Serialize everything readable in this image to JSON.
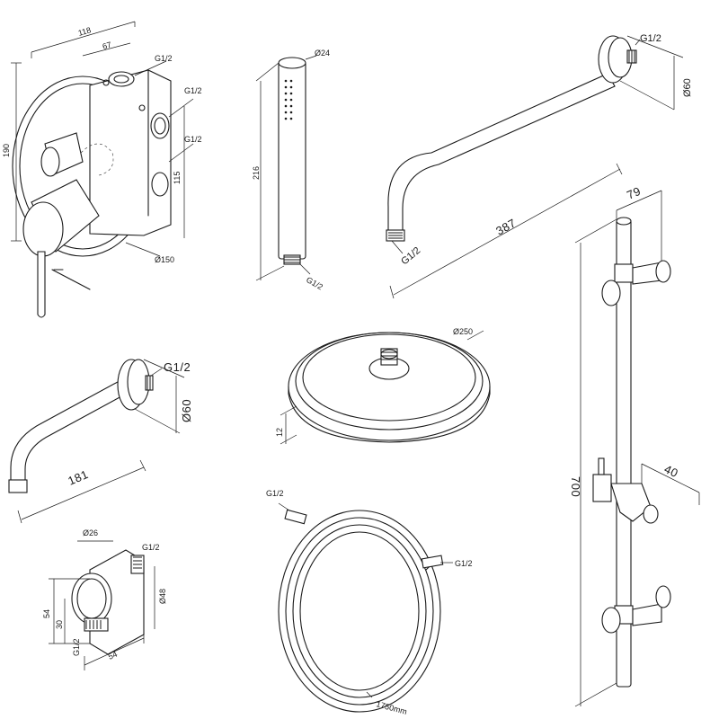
{
  "mixer": {
    "dim_width": "118",
    "dim_top_offset": "67",
    "dim_height": "190",
    "dim_depth": "115",
    "dim_diameter": "Ø150",
    "port_top": "G1/2",
    "port_mid": "G1/2",
    "port_low": "G1/2"
  },
  "hand_shower": {
    "dim_diameter": "Ø24",
    "dim_length": "216",
    "thread": "G1/2"
  },
  "shower_arm": {
    "thread_top": "G1/2",
    "dim_flange": "Ø60",
    "dim_length": "387",
    "thread_end": "G1/2"
  },
  "spout": {
    "thread": "G1/2",
    "dim_flange": "Ø60",
    "dim_length": "181"
  },
  "head_shower": {
    "dim_diameter": "Ø250",
    "dim_height": "12"
  },
  "wall_outlet": {
    "dim_top": "Ø26",
    "thread_top": "G1/2",
    "dim_height_total": "54",
    "dim_height_inner": "30",
    "dim_flange": "Ø48",
    "thread_bottom": "G1/2",
    "dim_width": "54"
  },
  "hose": {
    "thread_left": "G1/2",
    "thread_right": "G1/2",
    "length": "1750mm"
  },
  "slide_rail": {
    "dim_top": "79",
    "dim_length": "700",
    "dim_holder": "40"
  }
}
